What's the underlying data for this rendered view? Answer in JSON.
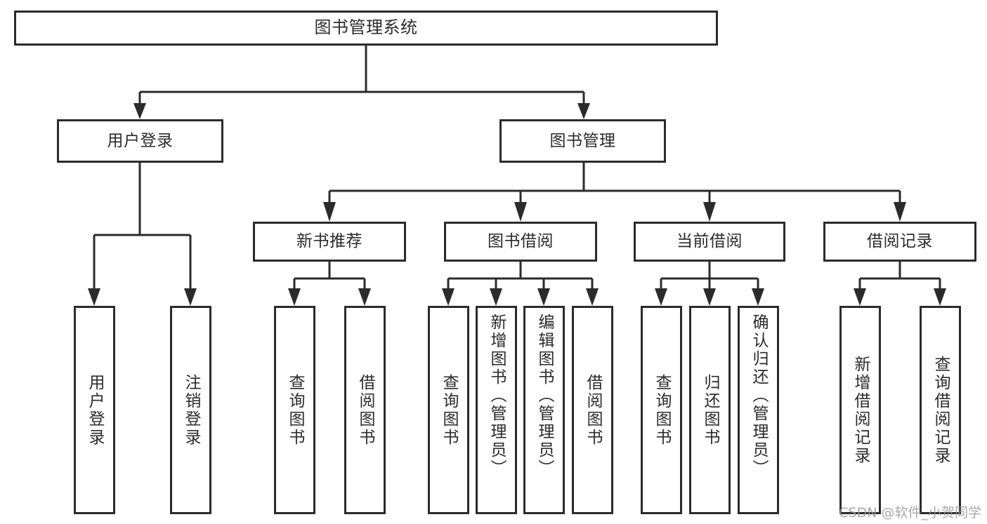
{
  "diagram": {
    "type": "tree",
    "title": "图书管理系统",
    "watermark": "CSDN @软件_小贺同学",
    "style": {
      "background": "#ffffff",
      "box_border": "#2b2b2b",
      "box_fill": "#ffffff",
      "text": "#2b2b2b",
      "connector": "#2b2b2b",
      "watermark_color": "#9a9a9a"
    },
    "root": {
      "id": "root",
      "label": "图书管理系统"
    },
    "level1": [
      {
        "id": "user-login",
        "label": "用户登录"
      },
      {
        "id": "book-manage",
        "label": "图书管理"
      }
    ],
    "level2": [
      {
        "id": "new-book-rec",
        "label": "新书推荐",
        "parent": "book-manage"
      },
      {
        "id": "book-borrow",
        "label": "图书借阅",
        "parent": "book-manage"
      },
      {
        "id": "current-borrow",
        "label": "当前借阅",
        "parent": "book-manage"
      },
      {
        "id": "borrow-record",
        "label": "借阅记录",
        "parent": "book-manage"
      }
    ],
    "leaves": [
      {
        "id": "leaf-user-login",
        "label": "用户登录",
        "parent": "user-login"
      },
      {
        "id": "leaf-user-logout",
        "label": "注销登录",
        "parent": "user-login"
      },
      {
        "id": "leaf-query-book-1",
        "label": "查询图书",
        "parent": "new-book-rec"
      },
      {
        "id": "leaf-borrow-book-1",
        "label": "借阅图书",
        "parent": "new-book-rec"
      },
      {
        "id": "leaf-query-book-2",
        "label": "查询图书",
        "parent": "book-borrow"
      },
      {
        "id": "leaf-add-book",
        "label": "新增图书（管理员）",
        "parent": "book-borrow"
      },
      {
        "id": "leaf-edit-book",
        "label": "编辑图书（管理员）",
        "parent": "book-borrow"
      },
      {
        "id": "leaf-borrow-book-2",
        "label": "借阅图书",
        "parent": "book-borrow"
      },
      {
        "id": "leaf-query-book-3",
        "label": "查询图书",
        "parent": "current-borrow"
      },
      {
        "id": "leaf-return-book",
        "label": "归还图书",
        "parent": "current-borrow"
      },
      {
        "id": "leaf-confirm-return",
        "label": "确认归还（管理员）",
        "parent": "current-borrow"
      },
      {
        "id": "leaf-add-record",
        "label": "新增借阅记录",
        "parent": "borrow-record"
      },
      {
        "id": "leaf-query-record",
        "label": "查询借阅记录",
        "parent": "borrow-record"
      }
    ]
  }
}
